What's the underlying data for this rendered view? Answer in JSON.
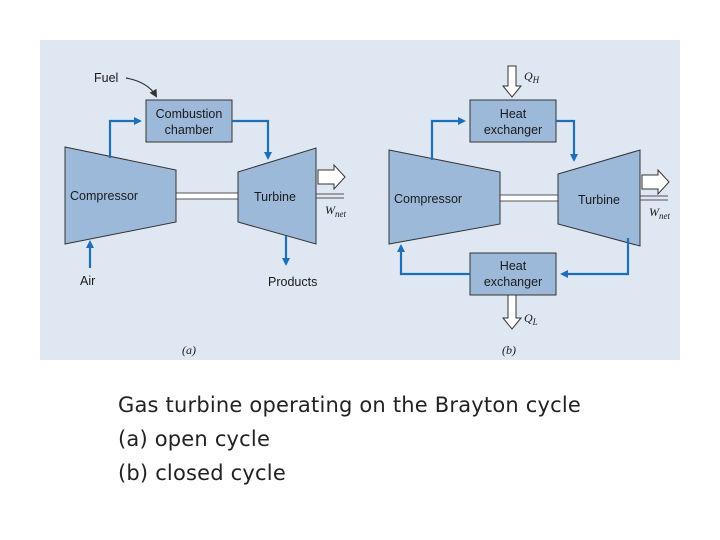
{
  "colors": {
    "background": "#ffffff",
    "panel": "#dfe8f2",
    "equipment": "#9db9da",
    "flow_line": "#1f6fb8",
    "outline": "#333333"
  },
  "diagram_a": {
    "fuel": "Fuel",
    "combustion_line1": "Combustion",
    "combustion_line2": "chamber",
    "compressor": "Compressor",
    "turbine": "Turbine",
    "w_net_symbol": "W",
    "w_net_subscript": "net",
    "air": "Air",
    "products": "Products",
    "tag": "(a)"
  },
  "diagram_b": {
    "q_h_symbol": "Q",
    "q_h_subscript": "H",
    "hx_top_line1": "Heat",
    "hx_top_line2": "exchanger",
    "compressor": "Compressor",
    "turbine": "Turbine",
    "w_net_symbol": "W",
    "w_net_subscript": "net",
    "hx_bottom_line1": "Heat",
    "hx_bottom_line2": "exchanger",
    "q_l_symbol": "Q",
    "q_l_subscript": "L",
    "tag": "(b)"
  },
  "caption": {
    "title": "Gas turbine operating on the Brayton cycle",
    "line_a": "(a) open cycle",
    "line_b": "(b) closed cycle"
  }
}
